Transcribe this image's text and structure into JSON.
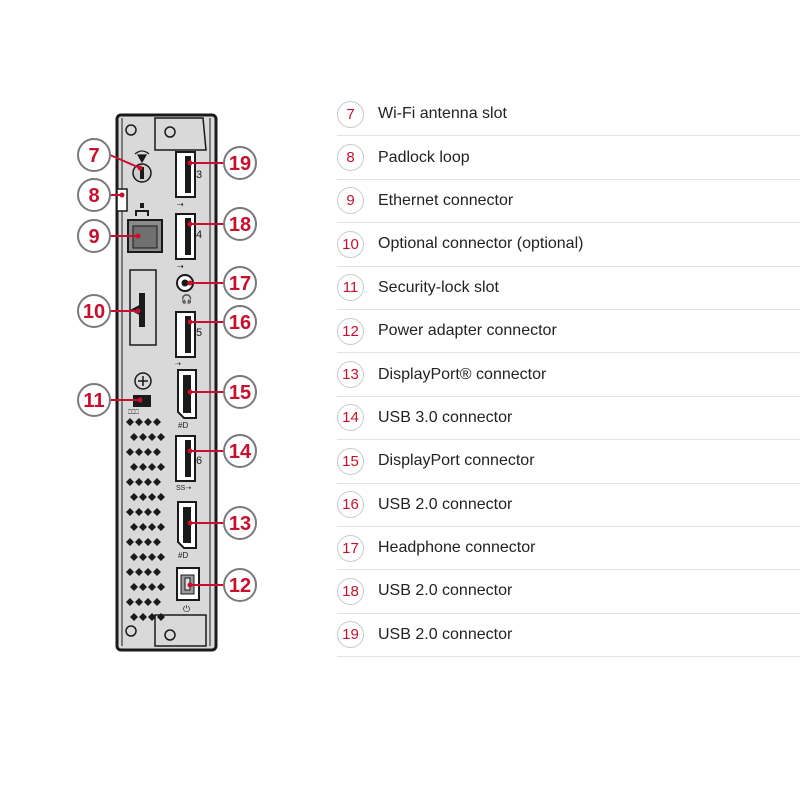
{
  "colors": {
    "accent": "#c8102e",
    "chassis_fill": "#d9d9d9",
    "chassis_stroke": "#1a1a1a",
    "divider": "#e3e3e3"
  },
  "diagram": {
    "callouts": [
      {
        "number": "7"
      },
      {
        "number": "8"
      },
      {
        "number": "9"
      },
      {
        "number": "10"
      },
      {
        "number": "11"
      },
      {
        "number": "12"
      },
      {
        "number": "13"
      },
      {
        "number": "14"
      },
      {
        "number": "15"
      },
      {
        "number": "16"
      },
      {
        "number": "17"
      },
      {
        "number": "18"
      },
      {
        "number": "19"
      }
    ],
    "port_labels": {
      "usb19": "3",
      "usb18": "4",
      "usb16": "5",
      "usb14": "6"
    }
  },
  "legend": {
    "items": [
      {
        "number": "7",
        "label": "Wi-Fi antenna slot"
      },
      {
        "number": "8",
        "label": "Padlock loop"
      },
      {
        "number": "9",
        "label": "Ethernet connector"
      },
      {
        "number": "10",
        "label": "Optional connector (optional)"
      },
      {
        "number": "11",
        "label": "Security-lock slot"
      },
      {
        "number": "12",
        "label": "Power adapter connector"
      },
      {
        "number": "13",
        "label": "DisplayPort® connector"
      },
      {
        "number": "14",
        "label": "USB 3.0 connector"
      },
      {
        "number": "15",
        "label": "DisplayPort connector"
      },
      {
        "number": "16",
        "label": "USB 2.0 connector"
      },
      {
        "number": "17",
        "label": "Headphone connector"
      },
      {
        "number": "18",
        "label": "USB 2.0 connector"
      },
      {
        "number": "19",
        "label": "USB 2.0 connector"
      }
    ]
  }
}
